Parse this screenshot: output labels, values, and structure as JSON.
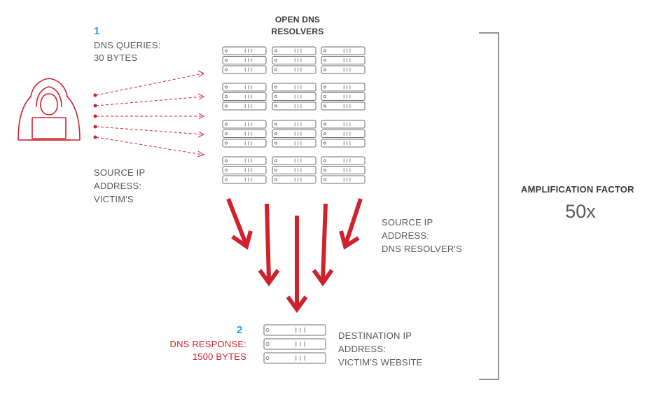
{
  "header": {
    "resolvers_title_line1": "OPEN DNS",
    "resolvers_title_line2": "RESOLVERS"
  },
  "step1": {
    "number": "1",
    "queries_line1": "DNS QUERIES:",
    "queries_line2": "30 BYTES",
    "source_line1": "SOURCE IP",
    "source_line2": "ADDRESS:",
    "source_line3": "VICTIM'S"
  },
  "resolver_source": {
    "line1": "SOURCE IP",
    "line2": "ADDRESS:",
    "line3": "DNS RESOLVER'S"
  },
  "step2": {
    "number": "2",
    "response_line1": "DNS RESPONSE:",
    "response_line2": "1500 BYTES",
    "dest_line1": "DESTINATION IP",
    "dest_line2": "ADDRESS:",
    "dest_line3": "VICTIM'S WEBSITE"
  },
  "amplification": {
    "label": "AMPLIFICATION FACTOR",
    "value": "50x"
  },
  "colors": {
    "red": "#d0222d",
    "blue": "#1ca3e0",
    "text": "#58595b",
    "outline": "#6d6e71"
  },
  "icons": {
    "attacker": "hooded-hacker-laptop-icon",
    "server": "server-rack-icon"
  }
}
